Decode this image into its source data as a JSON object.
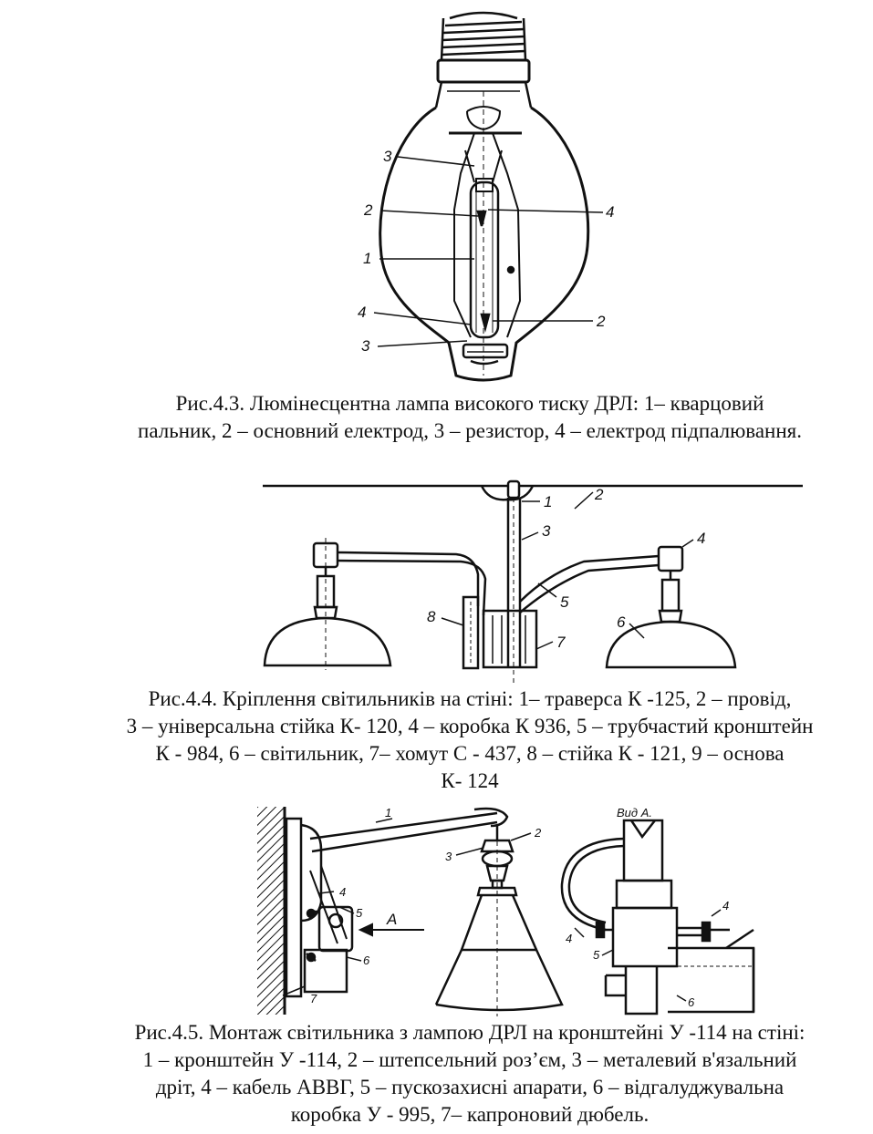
{
  "figure_4_3": {
    "labels": {
      "burner": "1",
      "main_electrode_left": "2",
      "main_electrode_right": "2",
      "resistor_top": "3",
      "resistor_bottom": "3",
      "ignition_electrode_right": "4",
      "ignition_electrode_left": "4"
    },
    "caption": [
      "Рис.4.3.  Люмінесцентна лампа високого тиску ДРЛ: 1– кварцовий",
      "пальник, 2 – основний електрод, 3 – резистор, 4 – електрод підпалювання."
    ]
  },
  "figure_4_4": {
    "labels": {
      "traverse": "1",
      "wire": "2",
      "stand": "3",
      "box": "4",
      "bracket": "5",
      "luminaire": "6",
      "clamp": "7",
      "stand_small": "8"
    },
    "caption": [
      "Рис.4.4. Кріплення світильників на стіні: 1– траверса К -125, 2 – провід,",
      "3 – універсальна стійка К- 120, 4 – коробка К 936, 5 – трубчастий кронштейн",
      "К - 984, 6 – світильник, 7– хомут С - 437, 8 – стійка К - 121, 9 – основа",
      "К- 124"
    ]
  },
  "figure_4_5": {
    "labels": {
      "bracket": "1",
      "plug_connector": "2",
      "binding_wire": "3",
      "cable_left": "4",
      "cable_right": "4",
      "protective_apparatus_left": "5",
      "protective_apparatus_right": "5",
      "junction_box_left": "6",
      "junction_box_right": "6",
      "dowel": "7",
      "view_arrow": "A",
      "view_title": "Вид А."
    },
    "caption": [
      "Рис.4.5. Монтаж світильника з лампою ДРЛ на кронштейні У -114 на стіні:",
      "1 – кронштейн У -114, 2 – штепсельний роз’єм, 3 – металевий в'язальний",
      "дріт, 4 – кабель АВВГ, 5 – пускозахисні апарати, 6 – відгалуджувальна",
      "коробка У - 995, 7– капроновий дюбель."
    ]
  }
}
